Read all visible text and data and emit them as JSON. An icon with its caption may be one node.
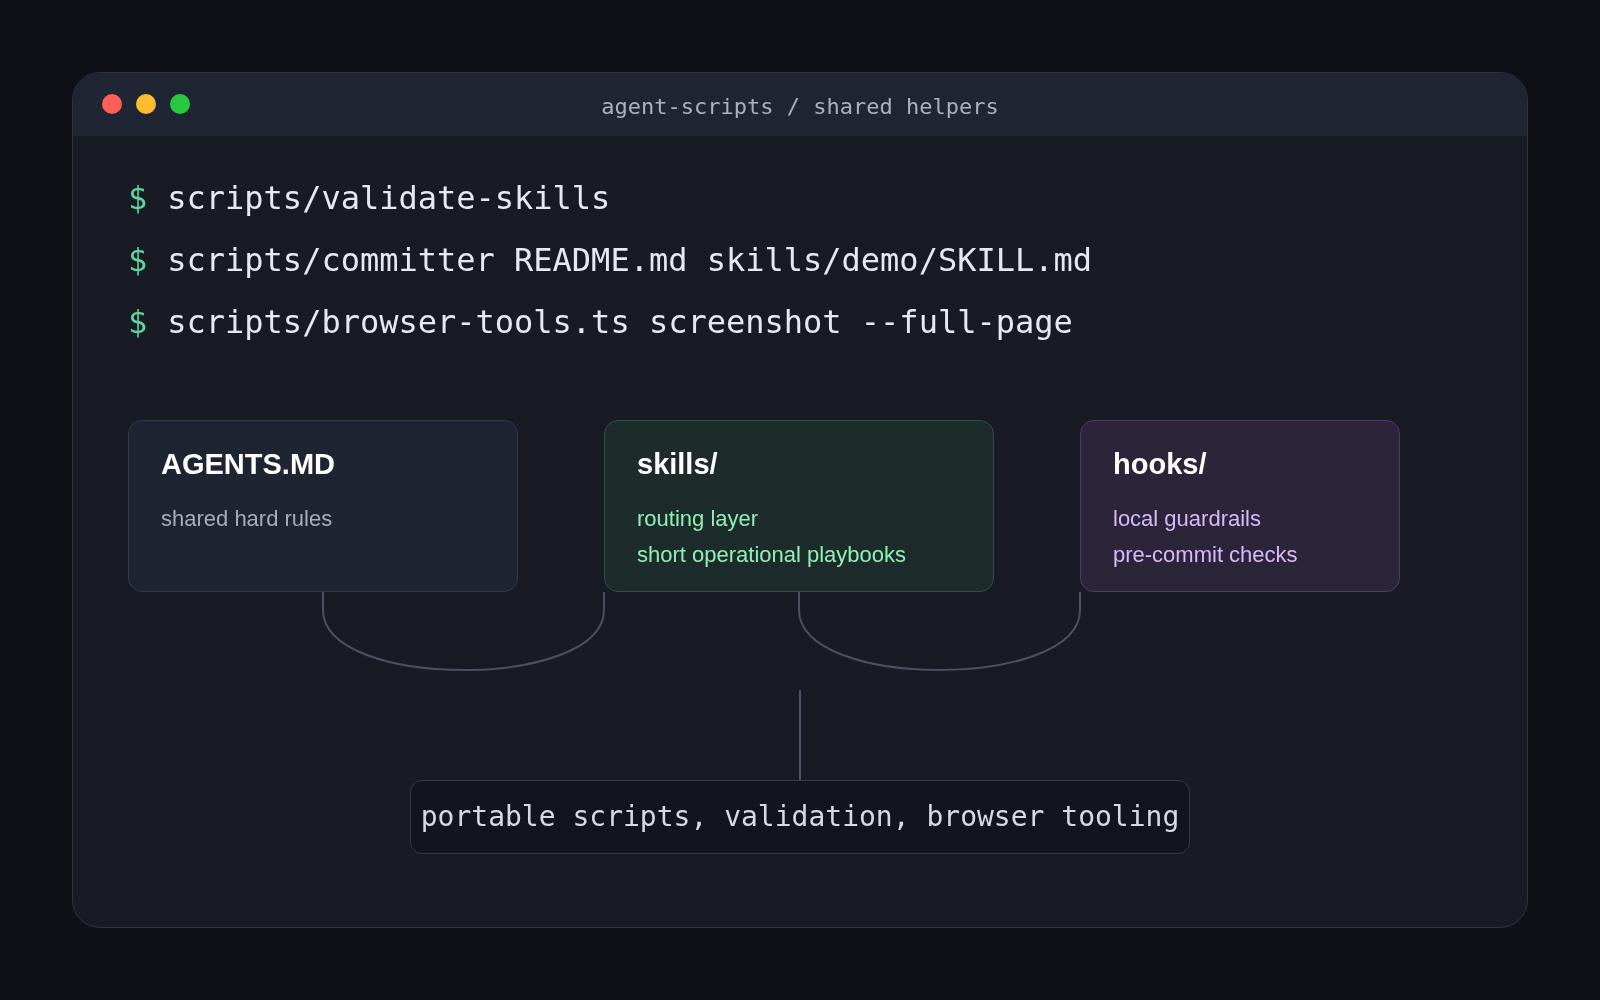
{
  "diagram": {
    "title": "agent-scripts / shared helpers",
    "nodes": [
      {
        "text": [
          "AGENTS.MD",
          "shared hard rules"
        ]
      },
      {
        "text": [
          "skills/",
          "routing layer",
          "short operational playbooks"
        ]
      },
      {
        "text": [
          "hooks/",
          "local guardrails",
          "pre-commit checks"
        ]
      },
      {
        "text": [
          "portable scripts, validation, browser tooling"
        ]
      }
    ],
    "edges": [
      {
        "from": 0,
        "to": 1,
        "arrow": "none"
      },
      {
        "from": 1,
        "to": 2,
        "arrow": "none"
      },
      {
        "from": null,
        "to": 3,
        "arrow": "none"
      }
    ],
    "labels": [
      "$",
      "scripts/validate-skills",
      "$",
      "scripts/committer README.md skills/demo/SKILL.md",
      "$",
      "scripts/browser-tools.ts screenshot --full-page"
    ]
  }
}
